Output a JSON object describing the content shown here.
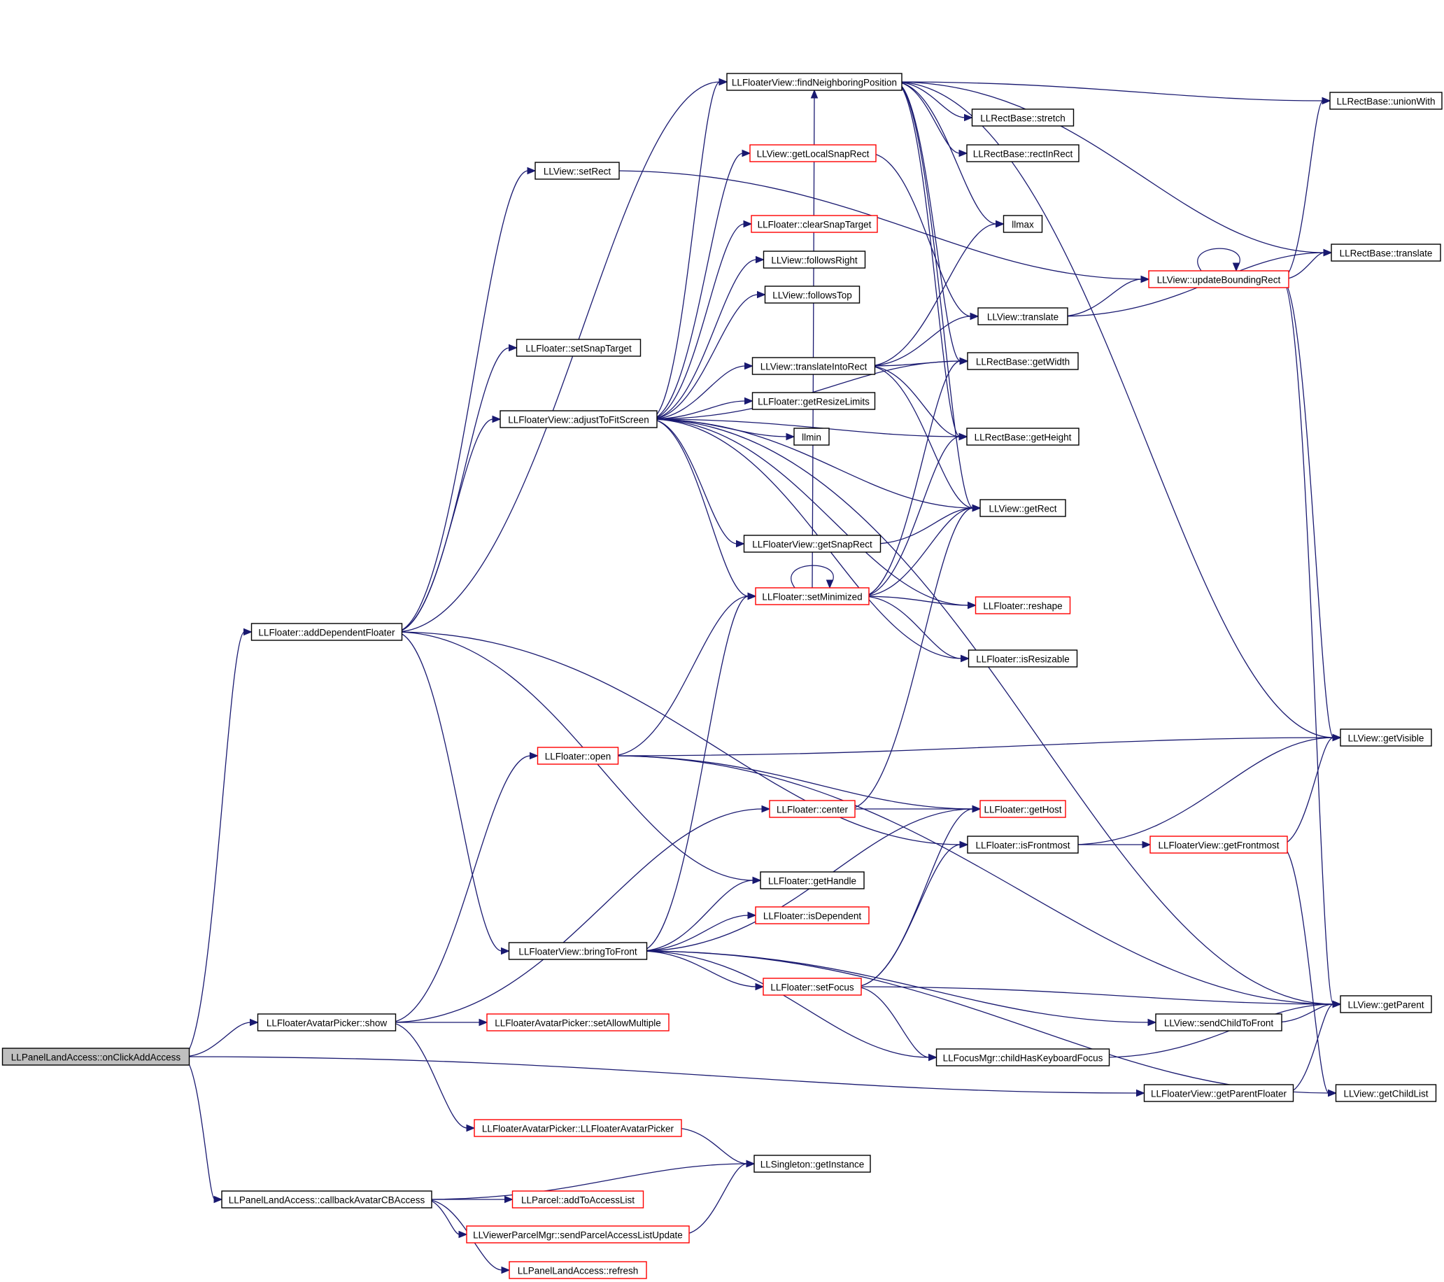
{
  "colors": {
    "edge": "#191970",
    "node_border": "#000000",
    "node_border_incomplete": "#ff0000",
    "root_fill": "#bfbfbf"
  },
  "nodes": [
    {
      "id": "n1",
      "label": "LLPanelLandAccess::onClickAddAccess",
      "style": "root"
    },
    {
      "id": "n2",
      "label": "LLFloater::addDependentFloater",
      "style": "black"
    },
    {
      "id": "n3",
      "label": "LLView::setRect",
      "style": "black"
    },
    {
      "id": "n4",
      "label": "LLFloater::setSnapTarget",
      "style": "black"
    },
    {
      "id": "n5",
      "label": "LLFloaterView::adjustToFitScreen",
      "style": "black"
    },
    {
      "id": "n6",
      "label": "LLFloaterView::findNeighboringPosition",
      "style": "black"
    },
    {
      "id": "n7",
      "label": "LLView::getLocalSnapRect",
      "style": "red"
    },
    {
      "id": "n8",
      "label": "LLFloater::clearSnapTarget",
      "style": "red"
    },
    {
      "id": "n9",
      "label": "LLView::followsRight",
      "style": "black"
    },
    {
      "id": "n10",
      "label": "LLView::followsTop",
      "style": "black"
    },
    {
      "id": "n11",
      "label": "LLView::translateIntoRect",
      "style": "black"
    },
    {
      "id": "n12",
      "label": "LLFloater::getResizeLimits",
      "style": "black"
    },
    {
      "id": "n13",
      "label": "llmin",
      "style": "black"
    },
    {
      "id": "n14",
      "label": "LLFloaterView::getSnapRect",
      "style": "black"
    },
    {
      "id": "n15",
      "label": "LLFloater::setMinimized",
      "style": "red"
    },
    {
      "id": "n16",
      "label": "LLRectBase::stretch",
      "style": "black"
    },
    {
      "id": "n17",
      "label": "LLRectBase::rectInRect",
      "style": "black"
    },
    {
      "id": "n18",
      "label": "llmax",
      "style": "black"
    },
    {
      "id": "n19",
      "label": "LLView::translate",
      "style": "black"
    },
    {
      "id": "n20",
      "label": "LLRectBase::getWidth",
      "style": "black"
    },
    {
      "id": "n21",
      "label": "LLRectBase::getHeight",
      "style": "black"
    },
    {
      "id": "n22",
      "label": "LLView::getRect",
      "style": "black"
    },
    {
      "id": "n23",
      "label": "LLFloater::reshape",
      "style": "red"
    },
    {
      "id": "n24",
      "label": "LLFloater::isResizable",
      "style": "black"
    },
    {
      "id": "n25",
      "label": "LLRectBase::unionWith",
      "style": "black"
    },
    {
      "id": "n26",
      "label": "LLRectBase::translate",
      "style": "black"
    },
    {
      "id": "n27",
      "label": "LLView::updateBoundingRect",
      "style": "red"
    },
    {
      "id": "n28",
      "label": "LLView::getVisible",
      "style": "black"
    },
    {
      "id": "n29",
      "label": "LLFloater::open",
      "style": "red"
    },
    {
      "id": "n30",
      "label": "LLFloater::center",
      "style": "red"
    },
    {
      "id": "n31",
      "label": "LLFloater::getHost",
      "style": "red"
    },
    {
      "id": "n32",
      "label": "LLFloater::isFrontmost",
      "style": "black"
    },
    {
      "id": "n33",
      "label": "LLFloaterView::getFrontmost",
      "style": "red"
    },
    {
      "id": "n34",
      "label": "LLFloater::getHandle",
      "style": "black"
    },
    {
      "id": "n35",
      "label": "LLFloater::isDependent",
      "style": "red"
    },
    {
      "id": "n36",
      "label": "LLFloaterView::bringToFront",
      "style": "black"
    },
    {
      "id": "n37",
      "label": "LLFloater::setFocus",
      "style": "red"
    },
    {
      "id": "n38",
      "label": "LLView::getParent",
      "style": "black"
    },
    {
      "id": "n39",
      "label": "LLView::sendChildToFront",
      "style": "black"
    },
    {
      "id": "n40",
      "label": "LLFocusMgr::childHasKeyboardFocus",
      "style": "black"
    },
    {
      "id": "n41",
      "label": "LLFloaterAvatarPicker::show",
      "style": "black"
    },
    {
      "id": "n42",
      "label": "LLFloaterAvatarPicker::setAllowMultiple",
      "style": "red"
    },
    {
      "id": "n43",
      "label": "LLFloaterView::getParentFloater",
      "style": "black"
    },
    {
      "id": "n44",
      "label": "LLView::getChildList",
      "style": "black"
    },
    {
      "id": "n45",
      "label": "LLFloaterAvatarPicker::LLFloaterAvatarPicker",
      "style": "red"
    },
    {
      "id": "n46",
      "label": "LLSingleton::getInstance",
      "style": "black"
    },
    {
      "id": "n47",
      "label": "LLPanelLandAccess::callbackAvatarCBAccess",
      "style": "black"
    },
    {
      "id": "n48",
      "label": "LLParcel::addToAccessList",
      "style": "red"
    },
    {
      "id": "n49",
      "label": "LLViewerParcelMgr::sendParcelAccessListUpdate",
      "style": "red"
    },
    {
      "id": "n50",
      "label": "LLPanelLandAccess::refresh",
      "style": "red"
    }
  ],
  "edges": [
    [
      "n1",
      "n2"
    ],
    [
      "n1",
      "n41"
    ],
    [
      "n1",
      "n43"
    ],
    [
      "n1",
      "n47"
    ],
    [
      "n2",
      "n3"
    ],
    [
      "n2",
      "n4"
    ],
    [
      "n2",
      "n5"
    ],
    [
      "n2",
      "n6"
    ],
    [
      "n2",
      "n34"
    ],
    [
      "n2",
      "n36"
    ],
    [
      "n2",
      "n32"
    ],
    [
      "n3",
      "n27"
    ],
    [
      "n5",
      "n6"
    ],
    [
      "n5",
      "n7"
    ],
    [
      "n5",
      "n8"
    ],
    [
      "n5",
      "n9"
    ],
    [
      "n5",
      "n10"
    ],
    [
      "n5",
      "n11"
    ],
    [
      "n5",
      "n12"
    ],
    [
      "n5",
      "n13"
    ],
    [
      "n5",
      "n14"
    ],
    [
      "n5",
      "n15"
    ],
    [
      "n5",
      "n20"
    ],
    [
      "n5",
      "n21"
    ],
    [
      "n5",
      "n22"
    ],
    [
      "n5",
      "n24"
    ],
    [
      "n5",
      "n23"
    ],
    [
      "n5",
      "n38"
    ],
    [
      "n6",
      "n16"
    ],
    [
      "n6",
      "n17"
    ],
    [
      "n6",
      "n18"
    ],
    [
      "n6",
      "n25"
    ],
    [
      "n6",
      "n26"
    ],
    [
      "n6",
      "n20"
    ],
    [
      "n6",
      "n21"
    ],
    [
      "n6",
      "n22"
    ],
    [
      "n6",
      "n28"
    ],
    [
      "n7",
      "n19"
    ],
    [
      "n11",
      "n20"
    ],
    [
      "n11",
      "n21"
    ],
    [
      "n11",
      "n18"
    ],
    [
      "n11",
      "n19"
    ],
    [
      "n11",
      "n22"
    ],
    [
      "n14",
      "n22"
    ],
    [
      "n15",
      "n15"
    ],
    [
      "n15",
      "n23"
    ],
    [
      "n15",
      "n24"
    ],
    [
      "n15",
      "n22"
    ],
    [
      "n15",
      "n6"
    ],
    [
      "n15",
      "n20"
    ],
    [
      "n15",
      "n21"
    ],
    [
      "n19",
      "n27"
    ],
    [
      "n19",
      "n26"
    ],
    [
      "n27",
      "n27"
    ],
    [
      "n27",
      "n25"
    ],
    [
      "n27",
      "n26"
    ],
    [
      "n27",
      "n28"
    ],
    [
      "n27",
      "n38"
    ],
    [
      "n29",
      "n15"
    ],
    [
      "n29",
      "n28"
    ],
    [
      "n29",
      "n31"
    ],
    [
      "n29",
      "n38"
    ],
    [
      "n30",
      "n22"
    ],
    [
      "n30",
      "n31"
    ],
    [
      "n32",
      "n33"
    ],
    [
      "n32",
      "n28"
    ],
    [
      "n33",
      "n28"
    ],
    [
      "n33",
      "n44"
    ],
    [
      "n36",
      "n15"
    ],
    [
      "n36",
      "n34"
    ],
    [
      "n36",
      "n35"
    ],
    [
      "n36",
      "n37"
    ],
    [
      "n36",
      "n31"
    ],
    [
      "n36",
      "n39"
    ],
    [
      "n36",
      "n40"
    ],
    [
      "n36",
      "n44"
    ],
    [
      "n37",
      "n31"
    ],
    [
      "n37",
      "n32"
    ],
    [
      "n37",
      "n38"
    ],
    [
      "n37",
      "n40"
    ],
    [
      "n39",
      "n38"
    ],
    [
      "n40",
      "n38"
    ],
    [
      "n43",
      "n38"
    ],
    [
      "n41",
      "n29"
    ],
    [
      "n41",
      "n30"
    ],
    [
      "n41",
      "n42"
    ],
    [
      "n41",
      "n45"
    ],
    [
      "n45",
      "n46"
    ],
    [
      "n47",
      "n46"
    ],
    [
      "n47",
      "n48"
    ],
    [
      "n47",
      "n49"
    ],
    [
      "n47",
      "n50"
    ],
    [
      "n49",
      "n46"
    ]
  ]
}
